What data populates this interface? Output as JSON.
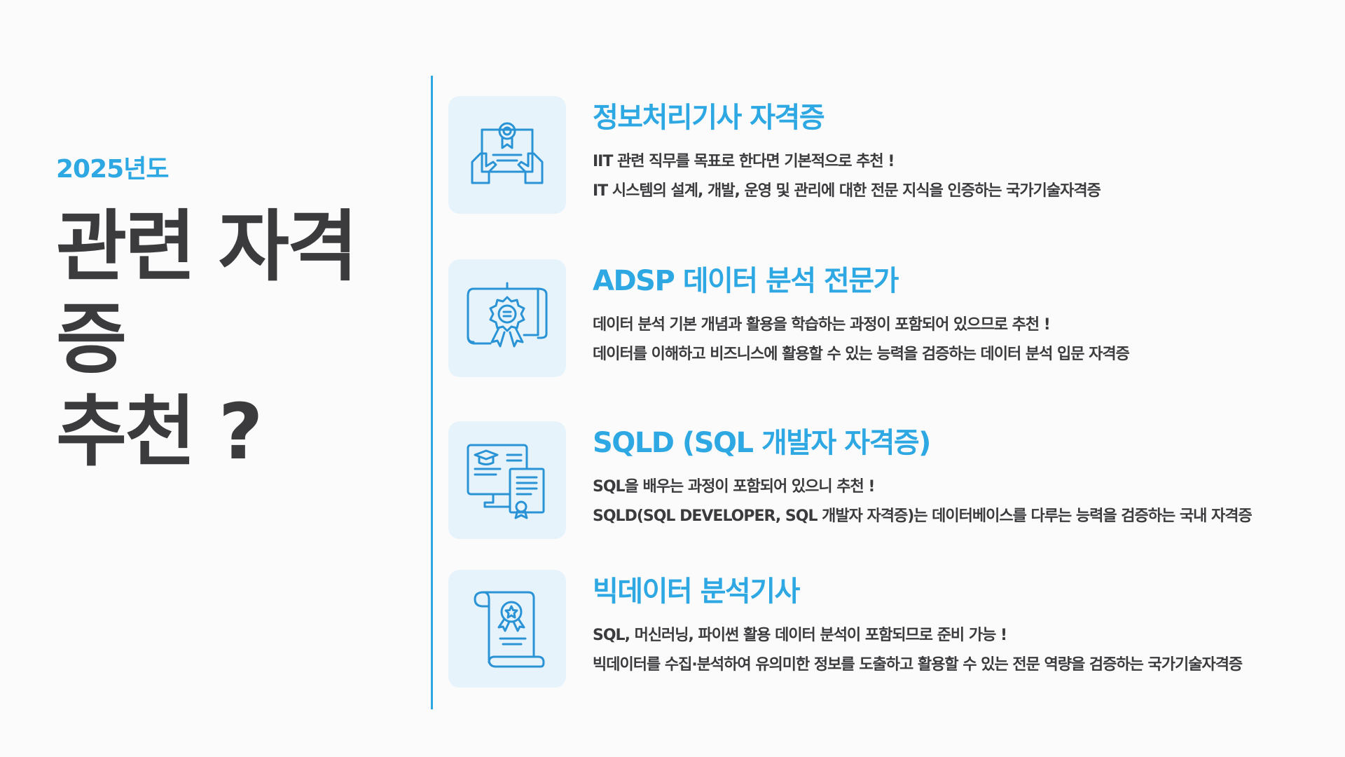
{
  "left": {
    "year": "2025년도",
    "headline_line1": "관련 자격증",
    "headline_line2": "추천 ?"
  },
  "accent_color": "#2ea8e3",
  "text_color": "#3b3b3d",
  "icon_bg_color": "#e7f3fb",
  "items": [
    {
      "icon": "certificate-icon",
      "title": "정보처리기사 자격증",
      "desc1": "IIT 관련 직무를 목표로 한다면 기본적으로 추천 !",
      "desc2": "IT 시스템의 설계, 개발, 운영 및 관리에 대한 전문 지식을 인증하는 국가기술자격증"
    },
    {
      "icon": "diploma-badge-icon",
      "title": "ADSP 데이터 분석 전문가",
      "desc1": "데이터 분석 기본 개념과 활용을 학습하는 과정이 포함되어 있으므로 추천 !",
      "desc2": "데이터를 이해하고 비즈니스에 활용할 수 있는 능력을 검증하는 데이터 분석 입문 자격증"
    },
    {
      "icon": "online-course-certificate-icon",
      "title": "SQLD (SQL 개발자 자격증)",
      "desc1": "SQL을 배우는 과정이 포함되어 있으니 추천 !",
      "desc2": "SQLD(SQL DEVELOPER, SQL 개발자 자격증)는 데이터베이스를 다루는 능력을 검증하는 국내 자격증"
    },
    {
      "icon": "scroll-award-icon",
      "title": "빅데이터 분석기사",
      "desc1": "SQL, 머신러닝, 파이썬 활용 데이터 분석이 포함되므로 준비 가능 !",
      "desc2": "빅데이터를 수집·분석하여 유의미한 정보를 도출하고 활용할 수 있는 전문 역량을 검증하는 국가기술자격증"
    }
  ]
}
